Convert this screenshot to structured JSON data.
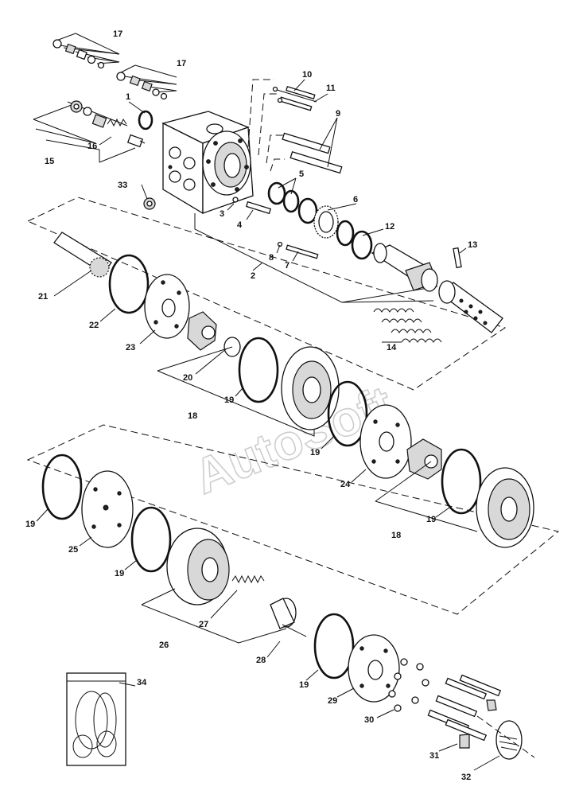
{
  "watermark": "AutoSoft",
  "callouts": {
    "c1": "1",
    "c2": "2",
    "c3": "3",
    "c4": "4",
    "c5": "5",
    "c6": "6",
    "c7": "7",
    "c8": "8",
    "c9": "9",
    "c10": "10",
    "c11": "11",
    "c12": "12",
    "c13": "13",
    "c14": "14",
    "c15": "15",
    "c16": "16",
    "c17a": "17",
    "c17b": "17",
    "c18a": "18",
    "c18b": "18",
    "c19a": "19",
    "c19b": "19",
    "c19c": "19",
    "c19d": "19",
    "c19e": "19",
    "c19f": "19",
    "c20": "20",
    "c21": "21",
    "c22": "22",
    "c23": "23",
    "c24": "24",
    "c25": "25",
    "c26": "26",
    "c27": "27",
    "c28": "28",
    "c29": "29",
    "c30": "30",
    "c31": "31",
    "c32": "32",
    "c33": "33",
    "c34": "34"
  }
}
